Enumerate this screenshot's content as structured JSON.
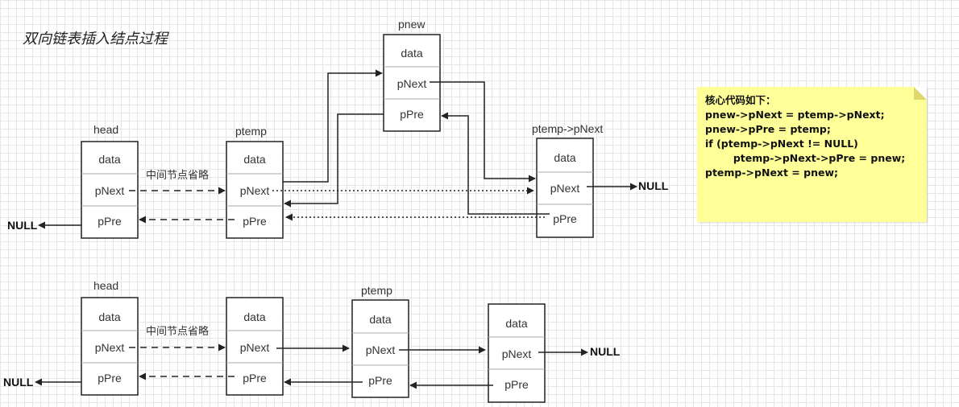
{
  "title": "双向链表插入结点过程",
  "omitted_label": "中间节点省略",
  "null_label": "NULL",
  "field_labels": {
    "data": "data",
    "next": "pNext",
    "prev": "pPre"
  },
  "top_diagram": {
    "head_caption": "head",
    "ptemp_caption": "ptemp",
    "pnew_caption": "pnew",
    "next_caption": "ptemp->pNext"
  },
  "bottom_diagram": {
    "head_caption": "head",
    "ptemp_caption": "ptemp"
  },
  "note": {
    "lines": [
      "核心代码如下：",
      "pnew->pNext = ptemp->pNext;",
      "pnew->pPre = ptemp;",
      "if (ptemp->pNext != NULL)",
      "        ptemp->pNext->pPre = pnew;",
      "ptemp->pNext = pnew;"
    ]
  }
}
